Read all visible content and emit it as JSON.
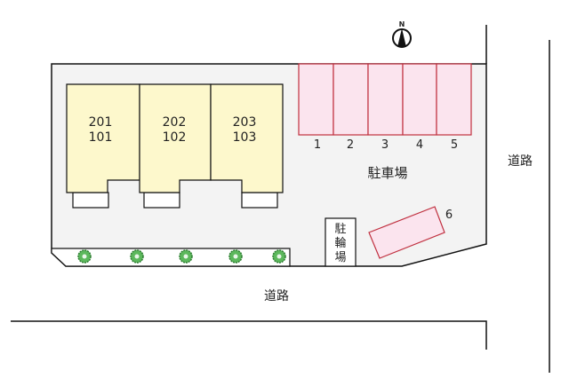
{
  "colors": {
    "lot_fill": "#f3f3f3",
    "building_fill": "#fdf8cc",
    "parking_fill": "#fbe4ee",
    "parking_stroke": "#c0303f",
    "tree": "#3c9a3c",
    "outline": "#111111"
  },
  "compass": {
    "label": "N",
    "icon": "north-arrow-icon"
  },
  "buildings": [
    {
      "upper": "201",
      "lower": "101"
    },
    {
      "upper": "202",
      "lower": "102"
    },
    {
      "upper": "203",
      "lower": "103"
    }
  ],
  "parking": {
    "area_label": "駐車場",
    "spaces": [
      "1",
      "2",
      "3",
      "4",
      "5",
      "6"
    ]
  },
  "bicycle_parking": {
    "label_chars": [
      "駐",
      "輪",
      "場"
    ]
  },
  "trees": {
    "count": 5,
    "icon": "tree-icon"
  },
  "roads": {
    "east_label": "道路",
    "south_label": "道路"
  }
}
